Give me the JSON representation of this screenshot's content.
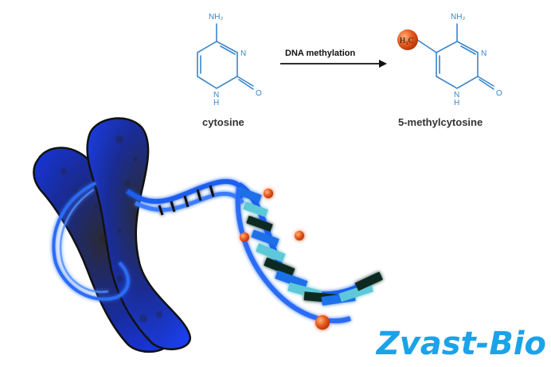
{
  "labels": {
    "cytosine": "cytosine",
    "methylcytosine": "5-methylcytosine",
    "process": "DNA methylation"
  },
  "atoms": {
    "nh2": "NH₂",
    "n": "N",
    "o": "O",
    "h": "H",
    "methyl": "H₃C"
  },
  "brand": "Zvast-Bio",
  "colors": {
    "molecule": "#3a86c8",
    "chromosome": "#1f3fd6",
    "dna_backbone": "#1f5ff0",
    "methyl_marker": "#e8581c",
    "brand": "#1aa3e8"
  }
}
